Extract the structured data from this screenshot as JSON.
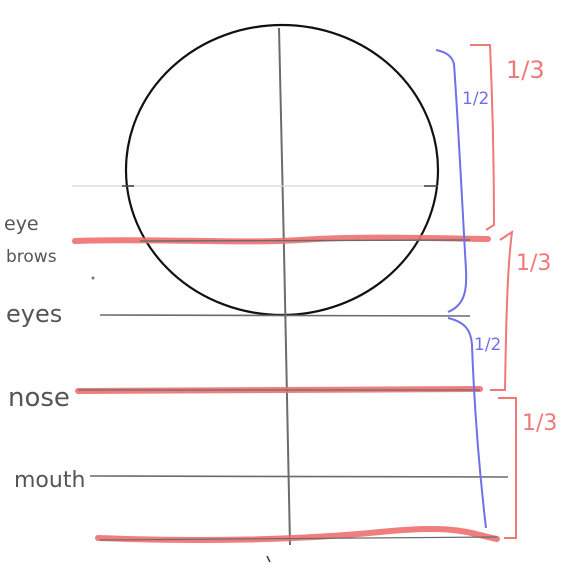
{
  "labels": {
    "eyebrows_line1": "eye",
    "eyebrows_line2": "brows",
    "eyes": "eyes",
    "nose": "nose",
    "mouth": "mouth"
  },
  "fractions": {
    "third_top": "1/3",
    "third_middle": "1/3",
    "third_bottom": "1/3",
    "half_upper": "1/2",
    "half_lower": "1/2"
  },
  "colors": {
    "ink": "#111111",
    "guide": "#6b6b6b",
    "red_marker": "#f07070",
    "red_bracket": "#f07878",
    "blue_bracket": "#7070e8",
    "label_text": "#555555"
  }
}
